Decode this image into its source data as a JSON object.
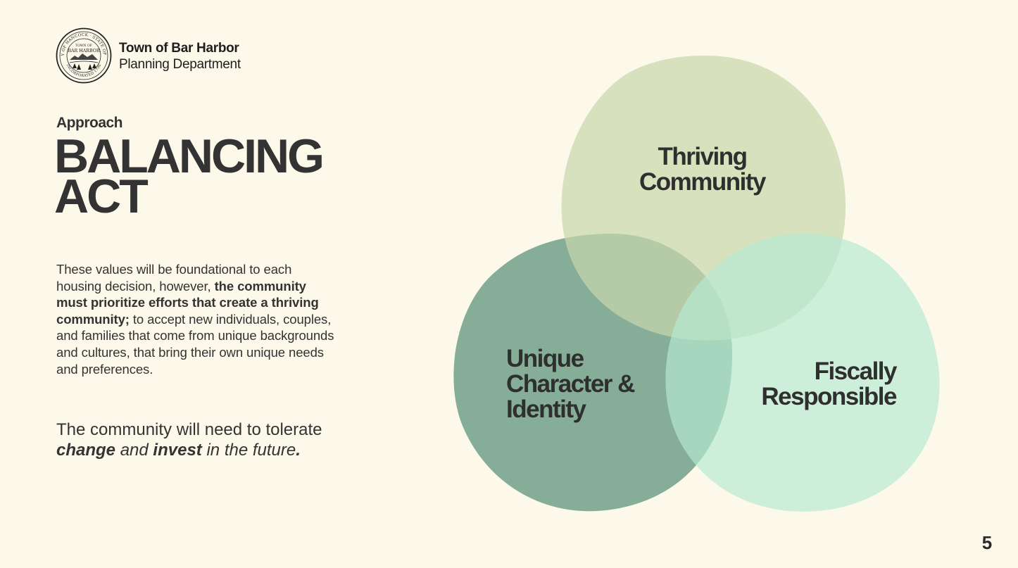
{
  "header": {
    "org_name": "Town of Bar Harbor",
    "department": "Planning Department",
    "seal": {
      "icon": "town-seal",
      "ring_text": "COUNTY OF HANCOCK · STATE OF MAINE · INCORPORATED 1796",
      "center_top": "TOWN OF",
      "center_name": "BAR HARBOR"
    }
  },
  "main": {
    "eyebrow": "Approach",
    "title_line1": "BALANCING",
    "title_line2": "ACT",
    "body": {
      "part1": "These values will be foundational to each housing decision, however, ",
      "part2_bold": "the community must prioritize efforts that create a thriving community;",
      "part3": " to accept new individuals, couples, and families that come from unique backgrounds and cultures, that bring their own unique needs and preferences."
    },
    "closing": {
      "part1": "The community will need to tolerate ",
      "word_change": "change",
      "part2": " and ",
      "word_invest": "invest",
      "part3": " in the future",
      "period": "."
    }
  },
  "venn": {
    "circles": [
      {
        "id": "thriving",
        "line1": "Thriving",
        "line2": "Community",
        "color": "#c7d7ad"
      },
      {
        "id": "unique",
        "line1": "Unique",
        "line2": "Character &",
        "line3": "Identity",
        "color": "#6a9c85"
      },
      {
        "id": "fiscal",
        "line1": "Fiscally",
        "line2": "Responsible",
        "color": "#b6ead2"
      }
    ]
  },
  "footer": {
    "page_number": "5"
  },
  "colors": {
    "background": "#fdf9ea",
    "text": "#333333"
  }
}
